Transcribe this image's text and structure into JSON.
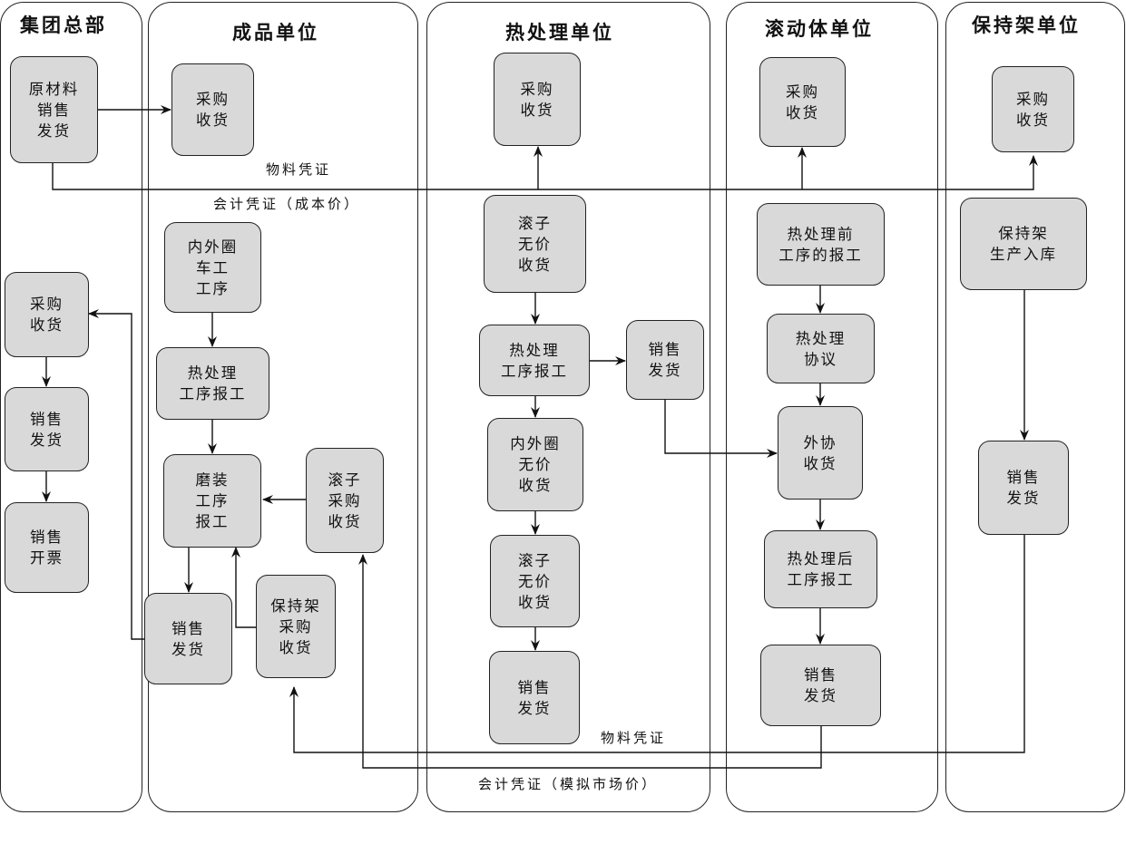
{
  "lanes": [
    {
      "id": "hq",
      "title": "集团总部"
    },
    {
      "id": "finished",
      "title": "成品单位"
    },
    {
      "id": "heat",
      "title": "热处理单位"
    },
    {
      "id": "roller",
      "title": "滚动体单位"
    },
    {
      "id": "cage",
      "title": "保持架单位"
    }
  ],
  "nodes": {
    "hq_raw_sale": "原材料\n销售\n发货",
    "hq_purchase": "采购\n收货",
    "hq_sale_ship": "销售\n发货",
    "hq_invoice": "销售\n开票",
    "fin_purchase": "采购\n收货",
    "fin_turning": "内外圈\n车工\n工序",
    "fin_heat_report": "热处理\n工序报工",
    "fin_grinding": "磨装\n工序\n报工",
    "fin_roller_purchase": "滚子\n采购\n收货",
    "fin_sale_ship": "销售\n发货",
    "fin_cage_purchase": "保持架\n采购\n收货",
    "heat_purchase": "采购\n收货",
    "heat_roller_free": "滚子\n无价\n收货",
    "heat_report": "热处理\n工序报工",
    "heat_sale_ship": "销售\n发货",
    "heat_ring_free": "内外圈\n无价\n收货",
    "heat_roller_free2": "滚子\n无价\n收货",
    "heat_sale_ship2": "销售\n发货",
    "roll_purchase": "采购\n收货",
    "roll_pre_report": "热处理前\n工序的报工",
    "roll_agreement": "热处理\n协议",
    "roll_outsource": "外协\n收货",
    "roll_post_report": "热处理后\n工序报工",
    "roll_sale_ship": "销售\n发货",
    "cage_purchase": "采购\n收货",
    "cage_production": "保持架\n生产入库",
    "cage_sale_ship": "销售\n发货"
  },
  "notes": {
    "material_voucher_top": "物料凭证",
    "accounting_voucher_cost": "会计凭证（成本价）",
    "material_voucher_bottom": "物料凭证",
    "accounting_voucher_market": "会计凭证（模拟市场价）"
  }
}
